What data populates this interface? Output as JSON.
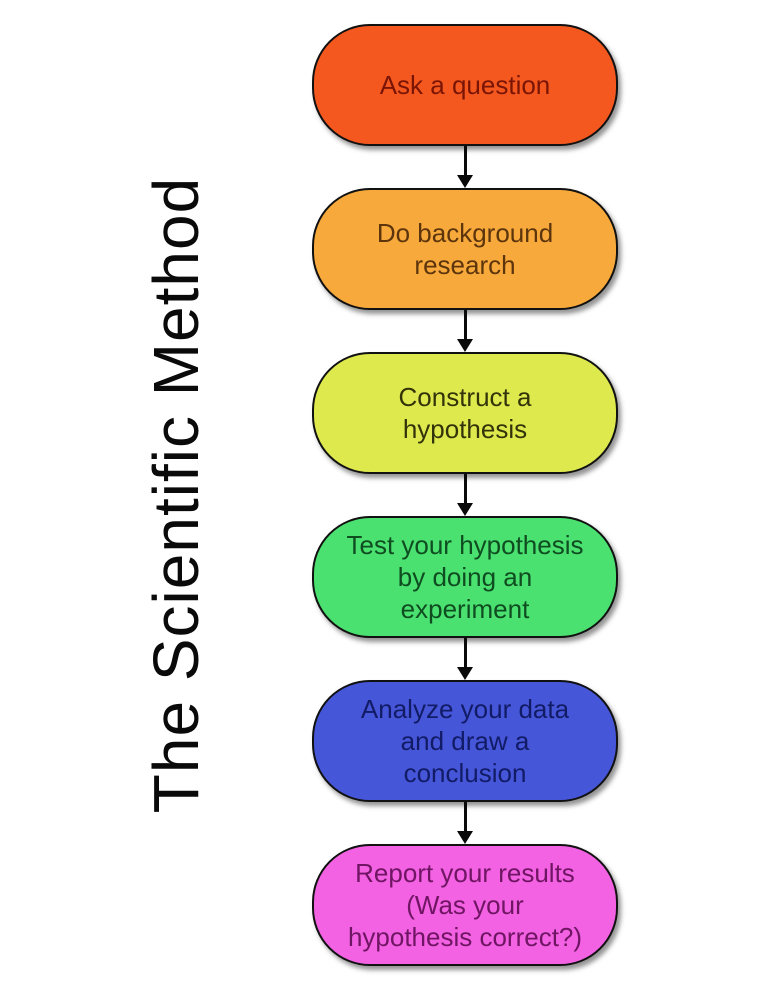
{
  "title": "The Scientific Method",
  "diagram": {
    "type": "flowchart",
    "direction": "top-to-bottom",
    "steps": [
      {
        "label": "Ask a question",
        "lines": [
          "Ask a question"
        ],
        "fill_color": "#F4581F",
        "text_color": "#7A1505"
      },
      {
        "label": "Do background research",
        "lines": [
          "Do background",
          "research"
        ],
        "fill_color": "#F8A93B",
        "text_color": "#5C350D"
      },
      {
        "label": "Construct a hypothesis",
        "lines": [
          "Construct a",
          "hypothesis"
        ],
        "fill_color": "#DEE94E",
        "text_color": "#33330A"
      },
      {
        "label": "Test your hypothesis by doing an experiment",
        "lines": [
          "Test your hypothesis",
          "by doing an",
          "experiment"
        ],
        "fill_color": "#4AE170",
        "text_color": "#0F4C20"
      },
      {
        "label": "Analyze your data and draw a conclusion",
        "lines": [
          "Analyze your data",
          "and draw a",
          "conclusion"
        ],
        "fill_color": "#4656D8",
        "text_color": "#111B66"
      },
      {
        "label": "Report your results (Was your hypothesis correct?)",
        "lines": [
          "Report your results",
          "(Was your",
          "hypothesis correct?)"
        ],
        "fill_color": "#F262E2",
        "text_color": "#701563"
      }
    ],
    "connector_color": "#0a0a0a",
    "border_color": "#111111",
    "background_color": "#ffffff",
    "title_color": "#0a0a0a"
  }
}
